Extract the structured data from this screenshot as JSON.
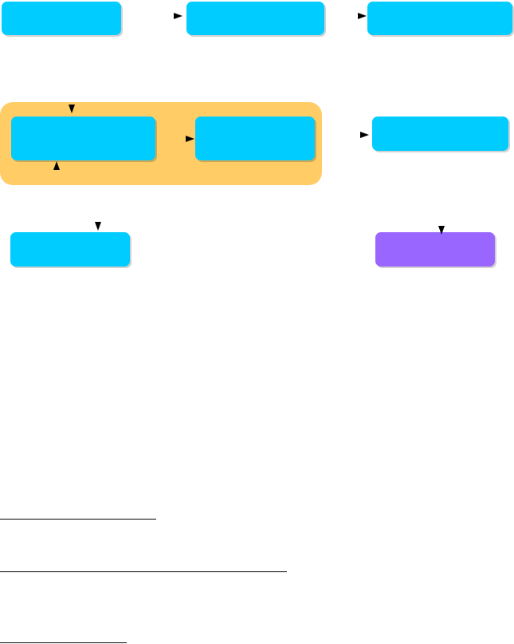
{
  "diagram": {
    "colors": {
      "process_node": "#00ccff",
      "final_node": "#9966ff",
      "group_fill": "#ffcc66",
      "arrow": "#000000",
      "rule": "#000000"
    },
    "nodes": [
      {
        "id": "n1",
        "kind": "process",
        "label": ""
      },
      {
        "id": "n2",
        "kind": "process",
        "label": ""
      },
      {
        "id": "n3",
        "kind": "process",
        "label": ""
      },
      {
        "id": "n4",
        "kind": "process",
        "label": ""
      },
      {
        "id": "n5",
        "kind": "process",
        "label": ""
      },
      {
        "id": "n6",
        "kind": "process",
        "label": ""
      },
      {
        "id": "n7",
        "kind": "process",
        "label": ""
      },
      {
        "id": "n8",
        "kind": "final",
        "label": ""
      }
    ],
    "groups": [
      {
        "id": "g1",
        "label": "",
        "members": [
          "n4",
          "n5"
        ]
      }
    ]
  }
}
